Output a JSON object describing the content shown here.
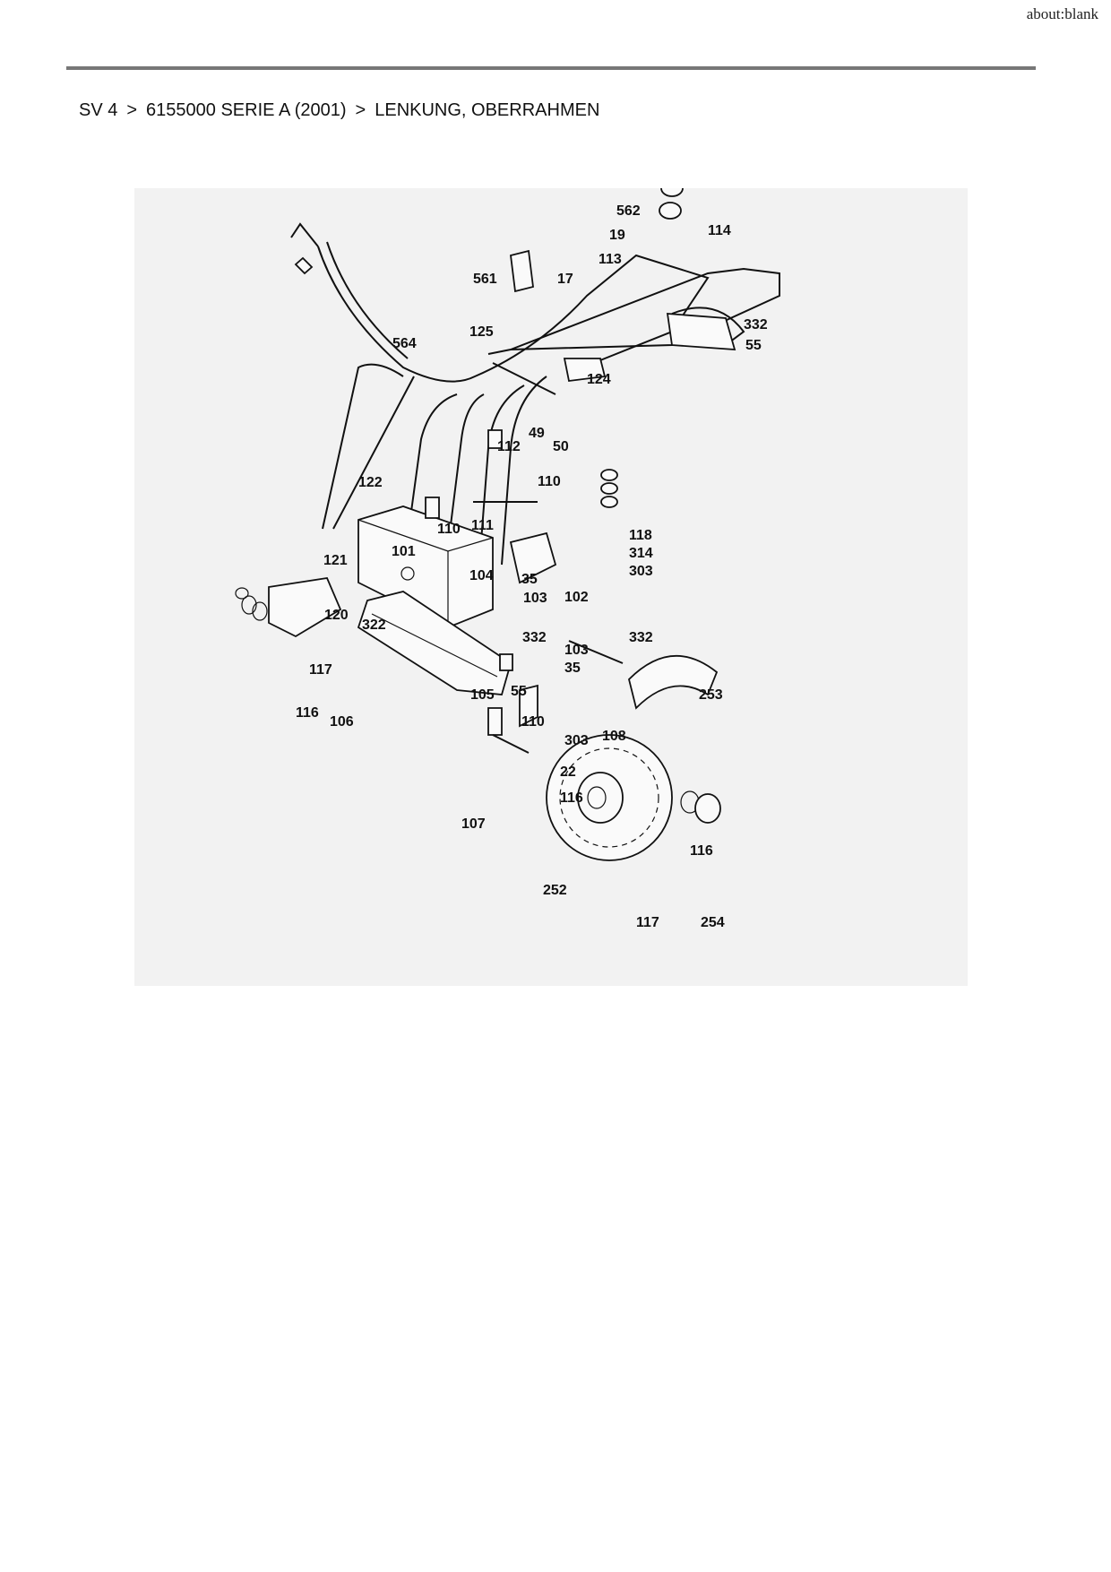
{
  "browser": {
    "url_label": "about:blank"
  },
  "breadcrumb": {
    "items": [
      "SV 4",
      "6155000 SERIE A (2001)",
      "LENKUNG, OBERRAHMEN"
    ],
    "separator": ">"
  },
  "diagram": {
    "part_labels": [
      "562",
      "19",
      "114",
      "113",
      "561",
      "17",
      "332",
      "55",
      "564",
      "125",
      "124",
      "49",
      "50",
      "112",
      "110",
      "122",
      "111",
      "118",
      "314",
      "303",
      "101",
      "110",
      "121",
      "104",
      "35",
      "103",
      "102",
      "120",
      "322",
      "332",
      "332",
      "103",
      "35",
      "117",
      "55",
      "105",
      "116",
      "106",
      "110",
      "303",
      "108",
      "253",
      "22",
      "116",
      "107",
      "116",
      "252",
      "117",
      "254"
    ]
  }
}
